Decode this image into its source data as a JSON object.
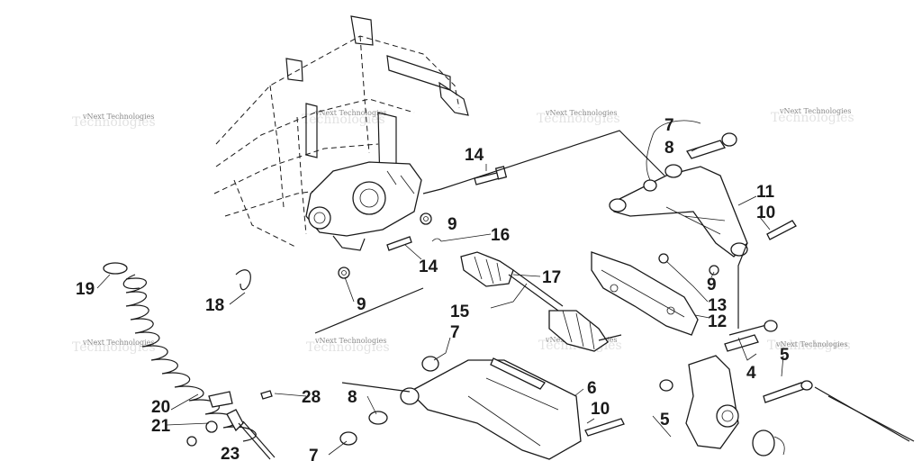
{
  "watermark": "vNext Technologies",
  "callouts": {
    "c4": "4",
    "c5a": "5",
    "c5b": "5",
    "c6": "6",
    "c7a": "7",
    "c7b": "7",
    "c7c": "7",
    "c8a": "8",
    "c8b": "8",
    "c9a": "9",
    "c9b": "9",
    "c9c": "9",
    "c10a": "10",
    "c10b": "10",
    "c11": "11",
    "c12": "12",
    "c13": "13",
    "c14a": "14",
    "c14b": "14",
    "c15": "15",
    "c16": "16",
    "c17": "17",
    "c18": "18",
    "c19": "19",
    "c20": "20",
    "c21": "21",
    "c23": "23",
    "c28": "28"
  }
}
